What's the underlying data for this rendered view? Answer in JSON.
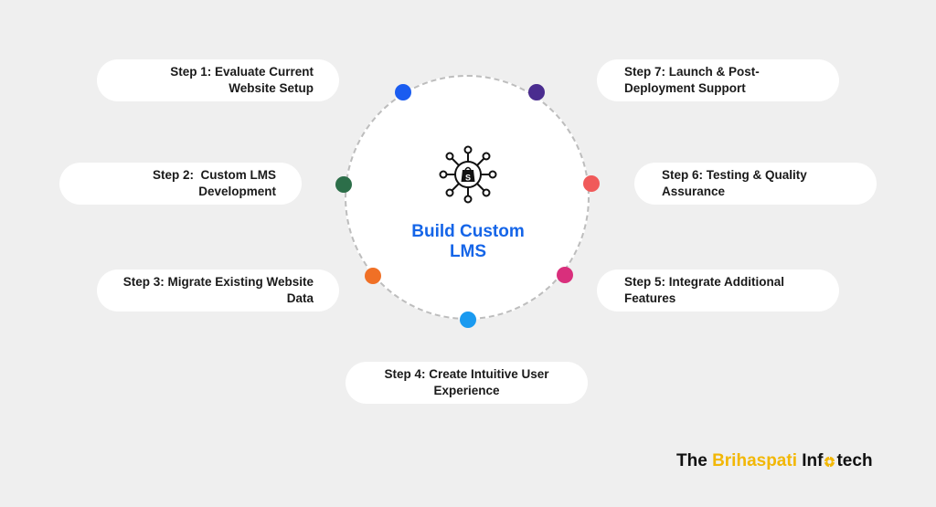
{
  "center": {
    "title_line1": "Build Custom",
    "title_line2": "LMS",
    "icon": "shopify-network-icon"
  },
  "steps": [
    {
      "line1": "Step 1: Evaluate Current",
      "line2": "Website Setup",
      "color": "#1a5cf0"
    },
    {
      "line1": "Step 2:  Custom LMS",
      "line2": "Development",
      "color": "#2c6e49"
    },
    {
      "line1": "Step 3: Migrate Existing Website",
      "line2": "Data",
      "color": "#f07026"
    },
    {
      "line1": "Step 4: Create Intuitive User",
      "line2": "Experience",
      "color": "#1a9af0"
    },
    {
      "line1": "Step 5: Integrate Additional",
      "line2": "Features",
      "color": "#d92f7c"
    },
    {
      "line1": "Step 6: Testing & Quality",
      "line2": "Assurance",
      "color": "#f05a5a"
    },
    {
      "line1": "Step 7: Launch & Post-",
      "line2": "Deployment Support",
      "color": "#4a2c8f"
    }
  ],
  "brand": {
    "part1": "The ",
    "part2": "Brihaspati",
    "part3": " Inf",
    "part4": "tech",
    "accent_color": "#f2b705"
  }
}
